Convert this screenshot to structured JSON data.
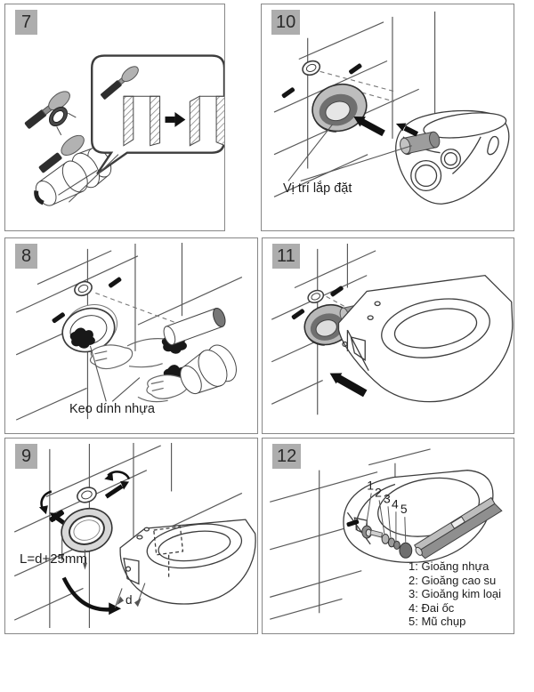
{
  "colors": {
    "badge_bg": "#adadad",
    "badge_text": "#2b2b2b",
    "panel_border": "#878787",
    "line_art": "#3c3c3c",
    "arrow_black": "#111111"
  },
  "panels": {
    "p7": {
      "number": "7"
    },
    "p10": {
      "number": "10",
      "caption": "Vị trí lắp đặt"
    },
    "p8": {
      "number": "8",
      "caption": "Keo dính nhựa"
    },
    "p11": {
      "number": "11"
    },
    "p9": {
      "number": "9",
      "formula_label": "L=d+25mm",
      "dimension_label": "d"
    },
    "p12": {
      "number": "12",
      "part_numbers": [
        "1",
        "2",
        "3",
        "4",
        "5"
      ],
      "legend": [
        "1: Gioăng nhựa",
        "2: Gioăng cao su",
        "3: Gioăng kim loại",
        "4: Đai ốc",
        "5: Mũ chụp"
      ]
    }
  }
}
